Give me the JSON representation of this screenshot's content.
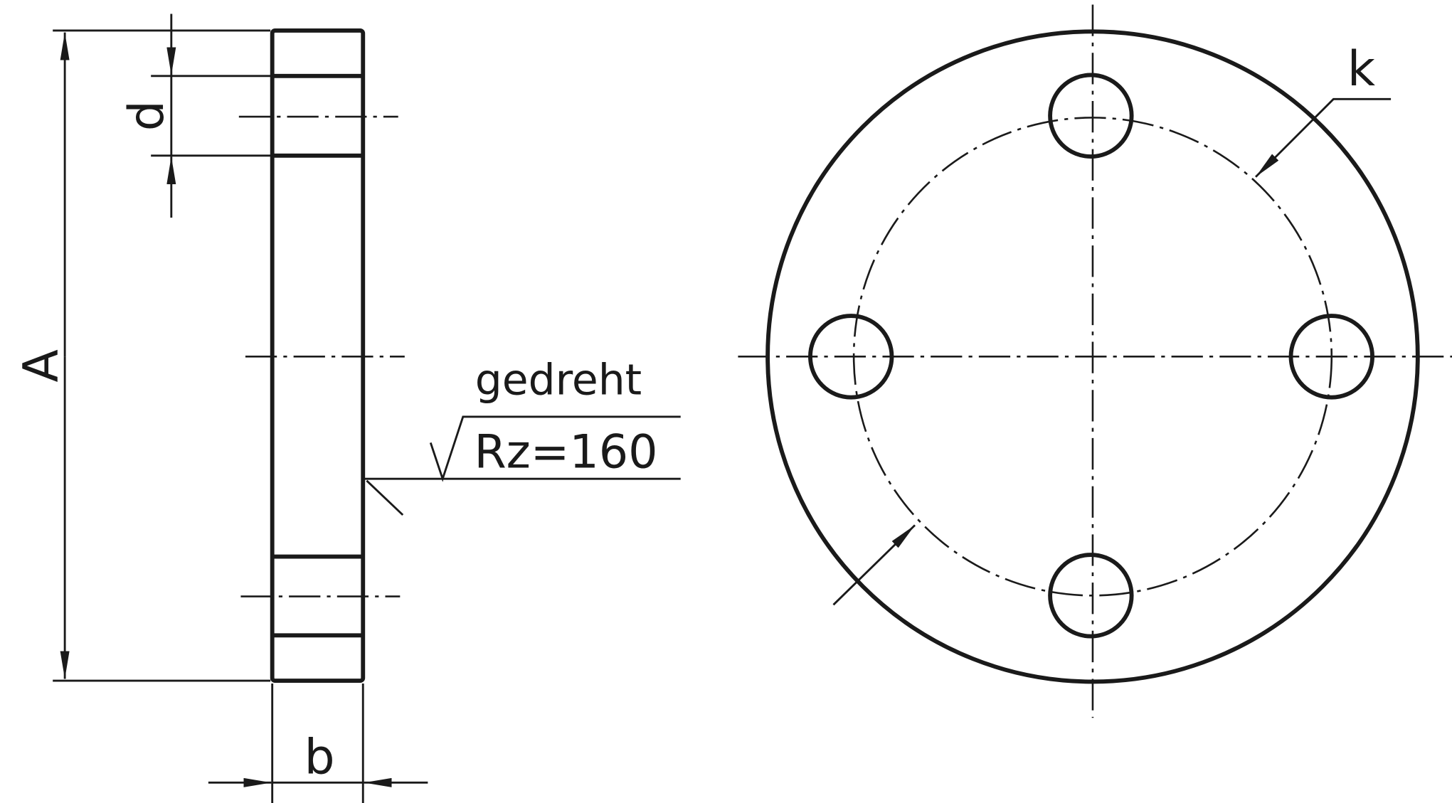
{
  "labels": {
    "dim_A": "A",
    "dim_d": "d",
    "dim_b": "b",
    "dim_k": "k",
    "surface_note": "gedreht",
    "roughness": "Rz=160"
  },
  "colors": {
    "line": "#1a1a1a",
    "background": "#ffffff"
  }
}
